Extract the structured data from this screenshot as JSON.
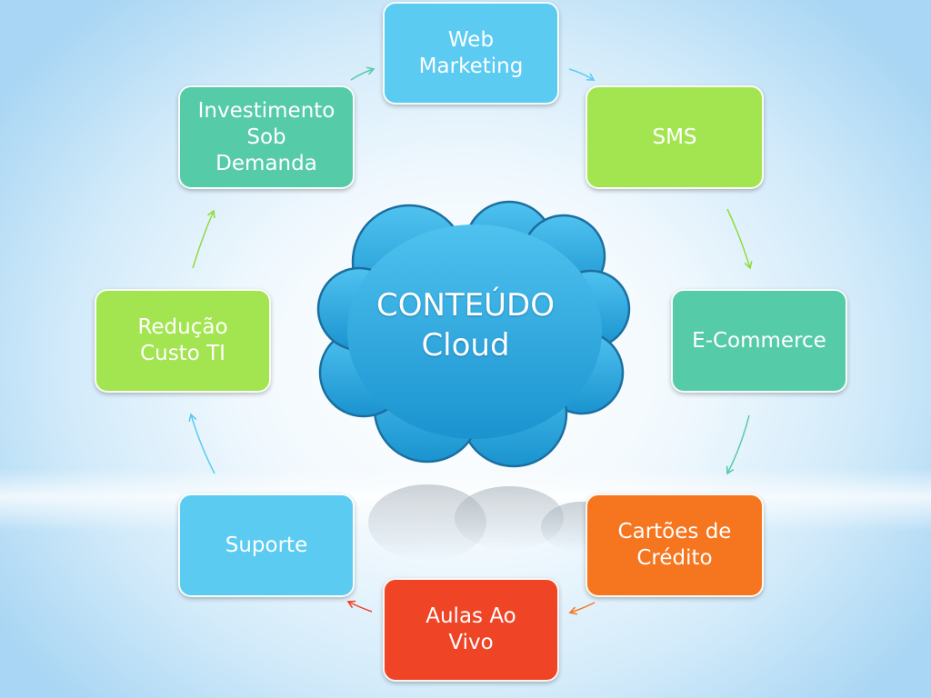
{
  "diagram": {
    "center": {
      "title": "CONTEÚDO\nCloud",
      "icon": "cloud-icon",
      "color": "#2eaadf"
    },
    "nodes": [
      {
        "id": "web-marketing",
        "label": "Web\nMarketing",
        "color": "#5bcbf1"
      },
      {
        "id": "sms",
        "label": "SMS",
        "color": "#a2e550"
      },
      {
        "id": "e-commerce",
        "label": "E-Commerce",
        "color": "#56cba8"
      },
      {
        "id": "cartoes-de-credito",
        "label": "Cartões de\nCrédito",
        "color": "#f5761f"
      },
      {
        "id": "aulas-ao-vivo",
        "label": "Aulas Ao\nVivo",
        "color": "#ef4426"
      },
      {
        "id": "suporte",
        "label": "Suporte",
        "color": "#5bcbf1"
      },
      {
        "id": "reducao-custo-ti",
        "label": "Redução\nCusto TI",
        "color": "#a2e550"
      },
      {
        "id": "investimento-sob-demanda",
        "label": "Investimento\nSob\nDemanda",
        "color": "#56cba8"
      }
    ],
    "cycle": "clockwise"
  }
}
